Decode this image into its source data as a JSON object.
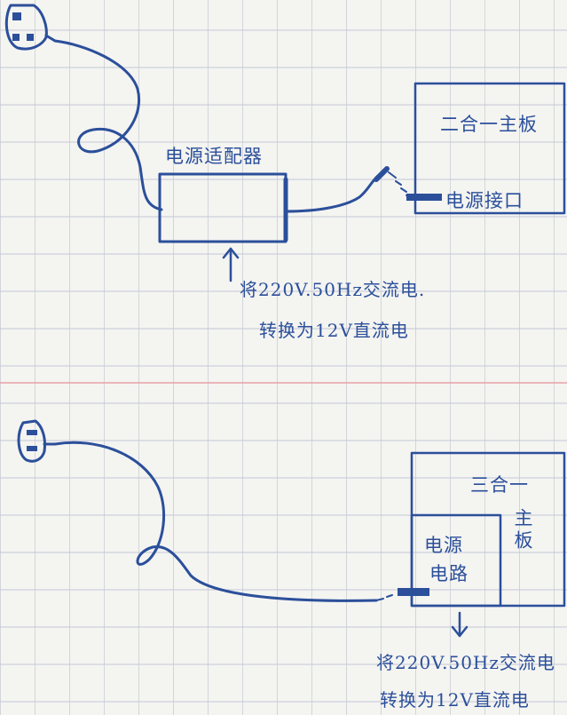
{
  "top": {
    "adapter_label": "电源适配器",
    "board_label": "二合一主板",
    "port_label": "电源接口",
    "note_line1": "将220V.50Hz交流电.",
    "note_line2": "转换为12V直流电"
  },
  "bottom": {
    "board_label_top": "三合一",
    "board_label_side": "主板",
    "circuit_label_line1": "电源",
    "circuit_label_line2": "电路",
    "note_line1": "将220V.50Hz交流电",
    "note_line2": "转换为12V直流电"
  },
  "ink_color": "#2b4f9a",
  "margin_line_color": "#e8a0a8"
}
